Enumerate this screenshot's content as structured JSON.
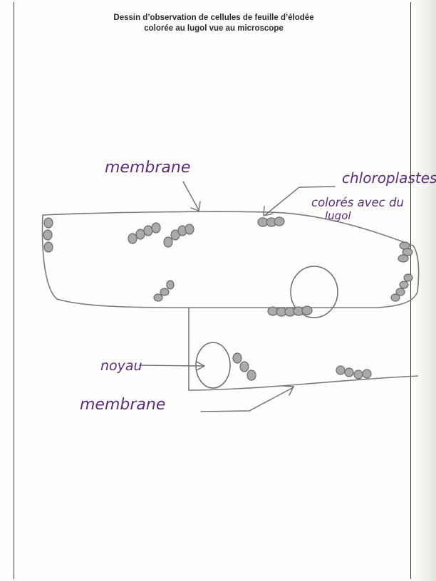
{
  "title": {
    "line1": "Dessin d’observation de cellules de feuille d’élodée",
    "line2": "colorée au lugol vue au microscope"
  },
  "labels": {
    "membrane_top": "membrane",
    "chloroplastes_line1": "chloroplastes",
    "chloroplastes_line2": "colorés avec du",
    "chloroplastes_line3": "lugol",
    "noyau": "noyau",
    "membrane_bottom": "membrane"
  },
  "colors": {
    "pencil": "#7a7a7a",
    "ink": "#5a2d7a",
    "chloroplast": "#8c8c8c"
  }
}
